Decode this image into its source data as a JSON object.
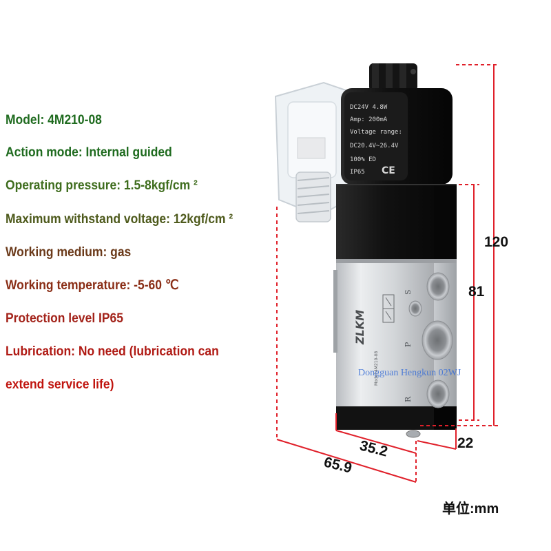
{
  "specs": [
    {
      "text": "Model: 4M210-08",
      "color": "#1f6b1f"
    },
    {
      "text": "Action mode: Internal guided",
      "color": "#1f6b1f"
    },
    {
      "text": "Operating pressure: 1.5-8kgf/cm ²",
      "color": "#3f6d1e"
    },
    {
      "text": "Maximum withstand voltage: 12kgf/cm ²",
      "color": "#4e5a1c"
    },
    {
      "text": "Working medium: gas",
      "color": "#6b3a1a"
    },
    {
      "text": "Working temperature: -5-60 ℃",
      "color": "#8a2e16"
    },
    {
      "text": "Protection level IP65",
      "color": "#a3231a"
    },
    {
      "text": "Lubrication: No need (lubrication can",
      "color": "#b01a14"
    },
    {
      "text": "extend service life)",
      "color": "#c0150f"
    }
  ],
  "coil_label": {
    "line1": "DC24V   4.8W",
    "line2": "Amp:  200mA",
    "line3": "Voltage range:",
    "line4": "DC20.4V~26.4V",
    "line5": "100% ED",
    "line6": "IP65",
    "mark": "CE"
  },
  "body_brand": "ZLKM",
  "body_model_text": "Model:4M210-08",
  "port_labels": {
    "s": "S",
    "p": "P",
    "r": "R"
  },
  "dimensions": {
    "height_total": "120",
    "height_body": "81",
    "depth": "22",
    "width_body": "35.2",
    "width_total": "65.9"
  },
  "unit_label": "单位:mm",
  "watermark": "Dongguan Hengkun 02WJ",
  "colors": {
    "dimension_line": "#e0202a",
    "coil": "#1a1a1a",
    "aluminum": "#d4d6d9"
  }
}
